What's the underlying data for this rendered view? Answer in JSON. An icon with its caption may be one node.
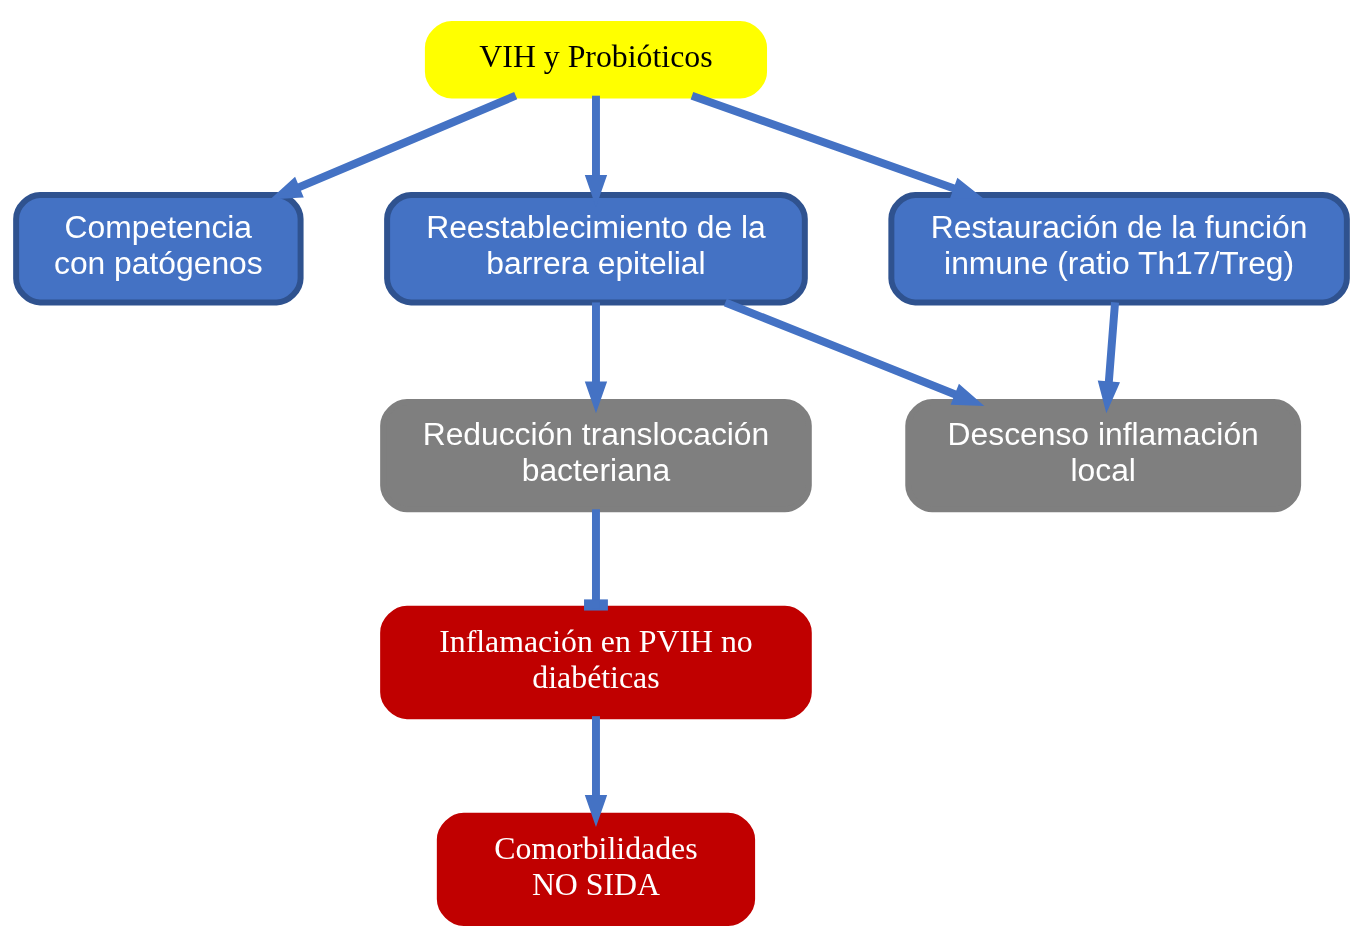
{
  "diagram": {
    "nodes": [
      {
        "text": [
          "VIH y Probióticos"
        ]
      },
      {
        "text": [
          "Competencia con patógenos"
        ]
      },
      {
        "text": [
          "Reestablecimiento de la barrera epitelial"
        ]
      },
      {
        "text": [
          "Restauración de la función inmune (ratio Th17/Treg)"
        ]
      },
      {
        "text": [
          "Reducción translocación bacteriana"
        ]
      },
      {
        "text": [
          "Descenso inflamación local"
        ]
      },
      {
        "text": [
          "Inflamación en PVIH no diabéticas"
        ]
      },
      {
        "text": [
          "Comorbilidades NO SIDA"
        ]
      }
    ],
    "edges": [
      {
        "from": 0,
        "to": 1,
        "arrow": "to"
      },
      {
        "from": 0,
        "to": 2,
        "arrow": "to"
      },
      {
        "from": 0,
        "to": 3,
        "arrow": "to"
      },
      {
        "from": 2,
        "to": 4,
        "arrow": "to"
      },
      {
        "from": 2,
        "to": 5,
        "arrow": "to"
      },
      {
        "from": 3,
        "to": 5,
        "arrow": "to"
      },
      {
        "from": 4,
        "to": 6,
        "arrow": "other"
      },
      {
        "from": 6,
        "to": 7,
        "arrow": "to"
      }
    ]
  }
}
